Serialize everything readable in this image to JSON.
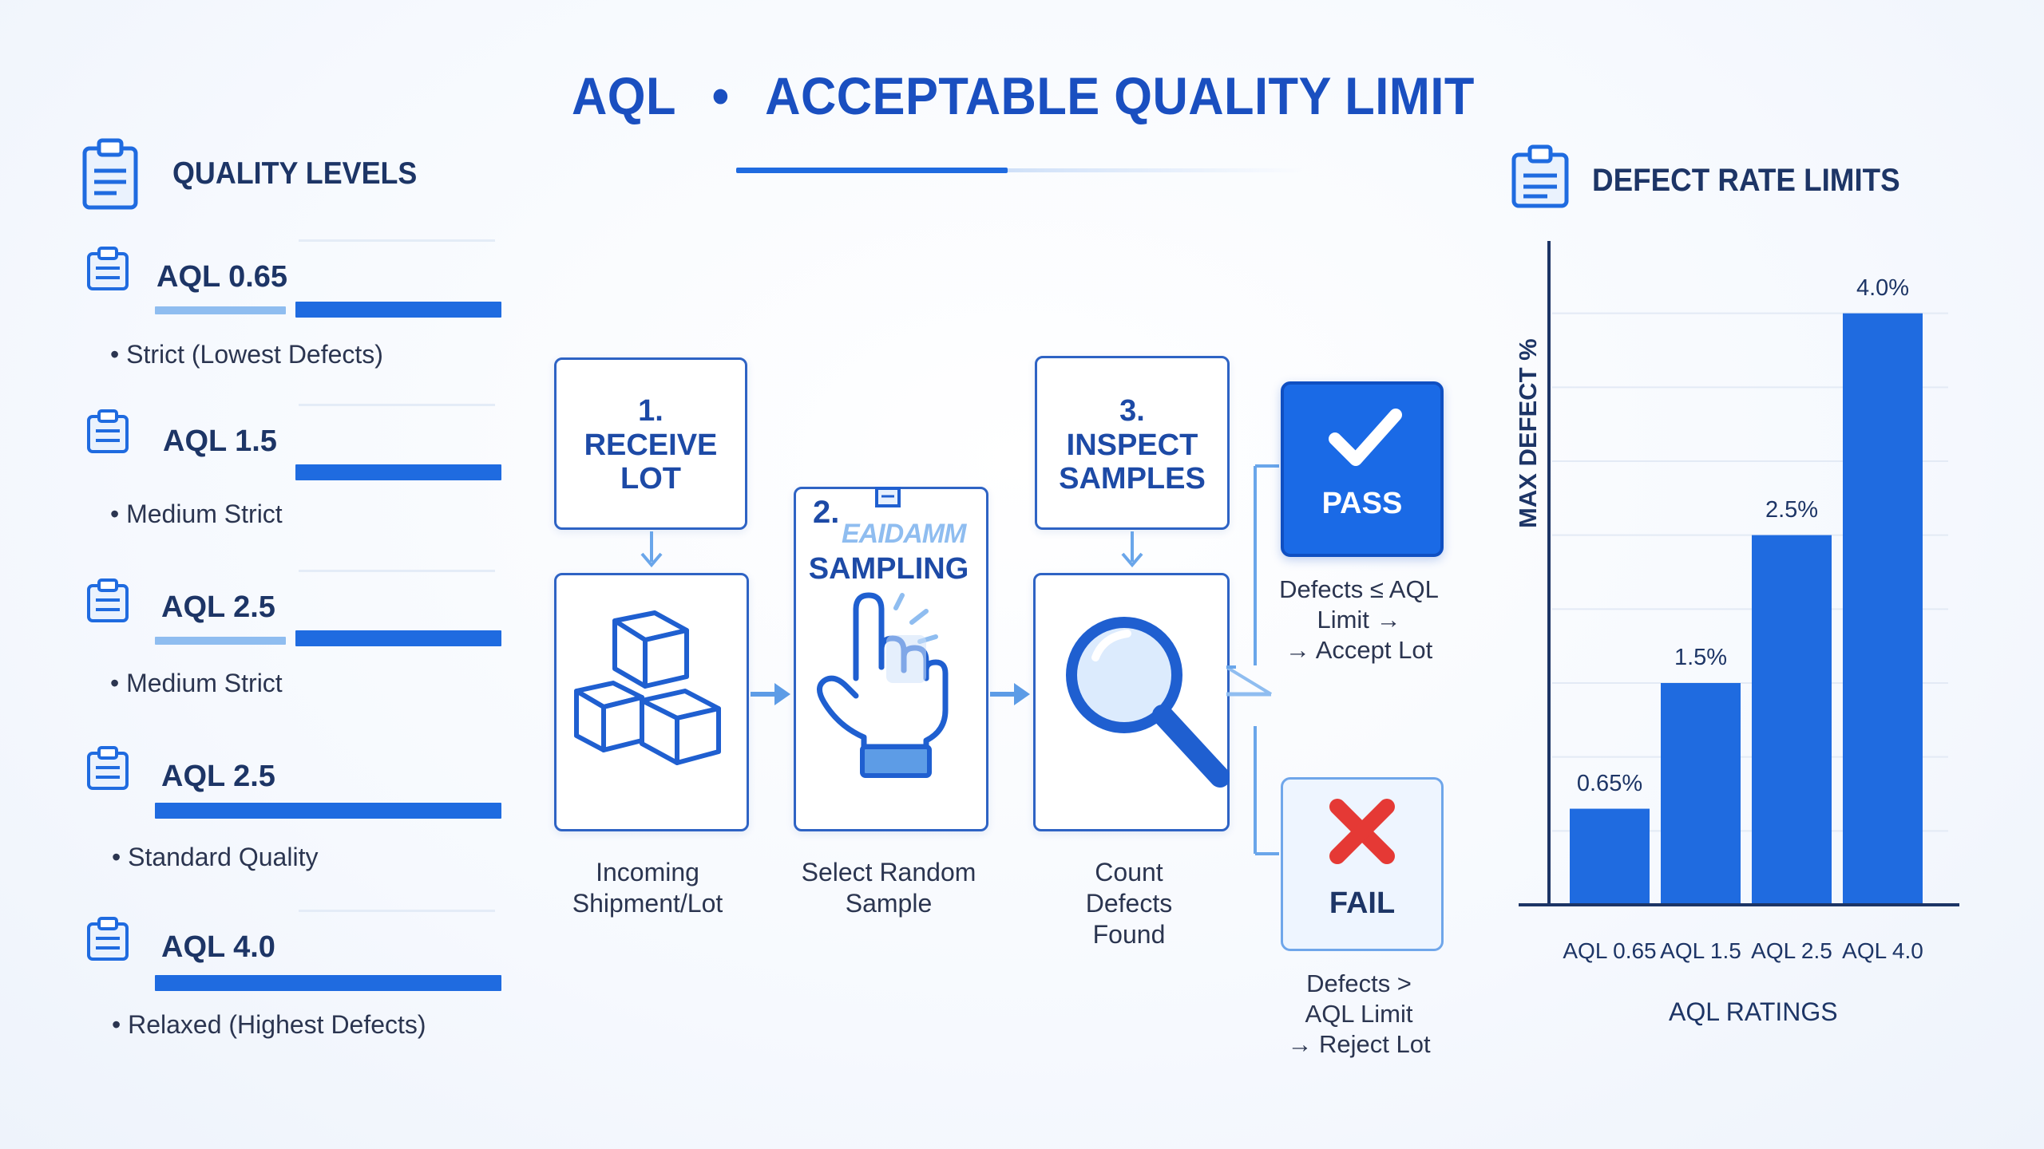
{
  "title": {
    "left": "AQL",
    "separator": "•",
    "right": "ACCEPTABLE QUALITY LIMIT"
  },
  "quality_levels": {
    "heading": "QUALITY LEVELS",
    "items": [
      {
        "name": "AQL 0.65",
        "description": "Strict (Lowest Defects)"
      },
      {
        "name": "AQL 1.5",
        "description": "Medium Strict"
      },
      {
        "name": "AQL 2.5",
        "description": "Medium Strict"
      },
      {
        "name": "AQL 2.5",
        "description": "Standard Quality"
      },
      {
        "name": "AQL 4.0",
        "description": "Relaxed (Highest Defects)"
      }
    ]
  },
  "process": {
    "steps": [
      {
        "number": "1.",
        "title_line1": "RECEIVE",
        "title_line2": "LOT",
        "caption_line1": "Incoming",
        "caption_line2": "Shipment/Lot",
        "icon": "boxes-icon"
      },
      {
        "number": "2.",
        "title_line1": "SAMPLING",
        "scribble": "EAIDAMM",
        "caption_line1": "Select Random",
        "caption_line2": "Sample",
        "icon": "hand-pick-icon"
      },
      {
        "number": "3.",
        "title_line1": "INSPECT",
        "title_line2": "SAMPLES",
        "caption_line1": "Count",
        "caption_line2": "Defects",
        "caption_line3": "Found",
        "icon": "magnifier-icon"
      }
    ],
    "pass": {
      "label": "PASS",
      "note_line1": "Defects ≤ AQL",
      "note_line2": "Limit →",
      "note_line3": "→ Accept Lot",
      "icon": "checkmark-icon"
    },
    "fail": {
      "label": "FAIL",
      "note_line1": "Defects >",
      "note_line2": "AQL Limit",
      "note_line3": "→ Reject Lot",
      "icon": "x-mark-icon"
    }
  },
  "colors": {
    "primary": "#1f6be0",
    "dark_text": "#1d3566",
    "title_blue": "#1a4fc0",
    "fail_red": "#e53935",
    "light_bar": "#8fbdf0"
  },
  "chart_data": {
    "type": "bar",
    "title": "DEFECT RATE LIMITS",
    "categories": [
      "AQL 0.65",
      "AQL 1.5",
      "AQL 2.5",
      "AQL 4.0"
    ],
    "values": [
      0.65,
      1.5,
      2.5,
      4.0
    ],
    "value_labels": [
      "0.65%",
      "1.5%",
      "2.5%",
      "4.0%"
    ],
    "xlabel": "AQL RATINGS",
    "ylabel": "MAX DEFECT %",
    "ylim": [
      0,
      4.5
    ],
    "grid": true,
    "bar_color": "#1f6be0"
  }
}
